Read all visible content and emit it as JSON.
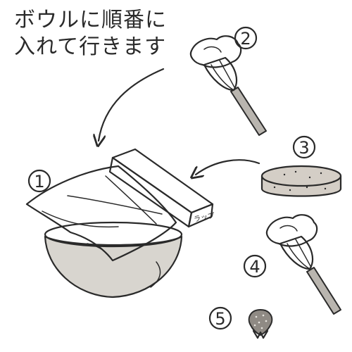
{
  "title": {
    "line1": "ボウルに順番に",
    "line2": "入れて行きます"
  },
  "steps": [
    {
      "number": "1",
      "item": "wrap"
    },
    {
      "number": "2",
      "item": "whisk-with-cream"
    },
    {
      "number": "3",
      "item": "sponge-cake"
    },
    {
      "number": "4",
      "item": "whisk-with-cream"
    },
    {
      "number": "5",
      "item": "strawberry"
    }
  ],
  "wrap_box_label": "ラップ",
  "colors": {
    "ink": "#2a2a2a",
    "bowl_fill": "#d8d5cf",
    "sponge_fill": "#d4cec6",
    "handle_fill": "#b9b5af",
    "strawberry_fill": "#8f8a84",
    "background": "#ffffff"
  }
}
